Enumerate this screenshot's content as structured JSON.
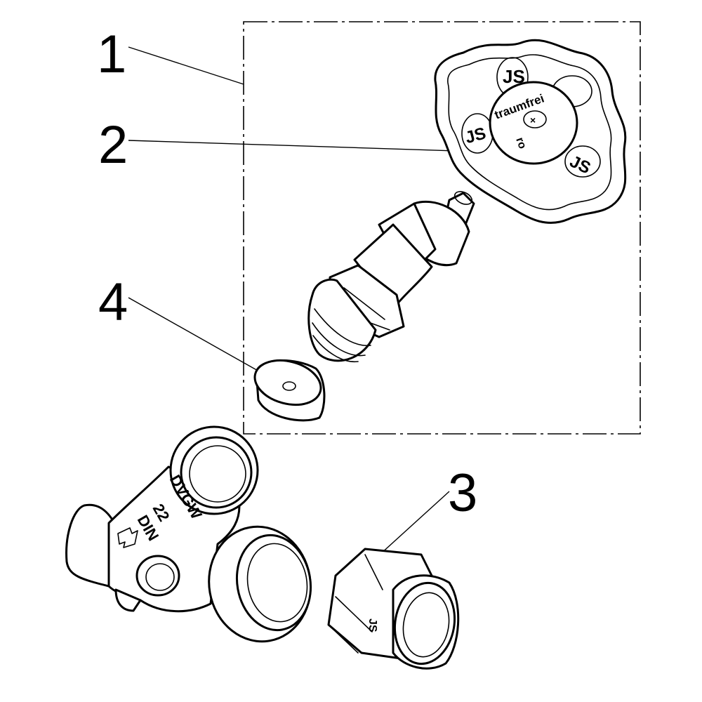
{
  "diagram": {
    "callouts": [
      {
        "id": "1",
        "label": "1"
      },
      {
        "id": "2",
        "label": "2"
      },
      {
        "id": "3",
        "label": "3"
      },
      {
        "id": "4",
        "label": "4"
      }
    ],
    "handwheel_text": {
      "brand_ring": "traumfrei",
      "prefix": "ro",
      "logo": "JS"
    },
    "valve_body_text": {
      "line1": "DVGW",
      "line2": "22",
      "line3": "DIN"
    },
    "nut_text": "JS"
  }
}
